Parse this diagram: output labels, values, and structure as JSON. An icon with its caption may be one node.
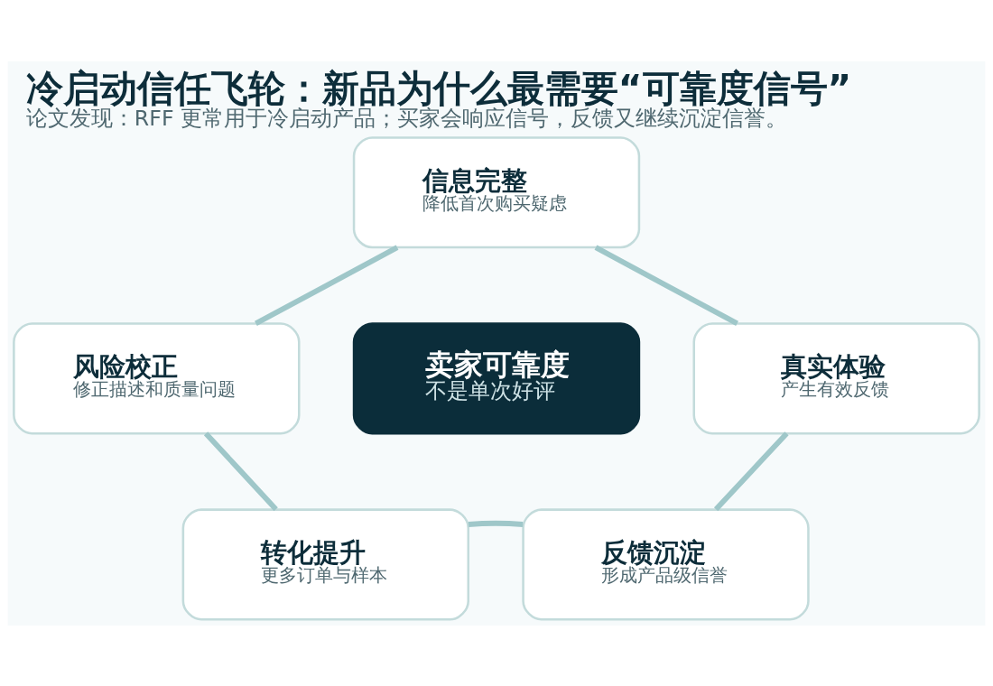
{
  "diagram": {
    "title": "冷启动信任飞轮：新品为什么最需要“可靠度信号”",
    "caption": "论文发现：RFF 更常用于冷启动产品；买家会响应信号，反馈又继续沉淀信誉。",
    "nodes": [
      {
        "text": [
          "信息完整",
          "降低首次购买疑虑"
        ]
      },
      {
        "text": [
          "风险校正",
          "修正描述和质量问题"
        ]
      },
      {
        "text": [
          "真实体验",
          "产生有效反馈"
        ]
      },
      {
        "text": [
          "卖家可靠度",
          "不是单次好评"
        ]
      },
      {
        "text": [
          "转化提升",
          "更多订单与样本"
        ]
      },
      {
        "text": [
          "反馈沉淀",
          "形成产品级信誉"
        ]
      }
    ],
    "edges": [
      {
        "from": 0,
        "to": 1,
        "arrow": "none"
      },
      {
        "from": 0,
        "to": 2,
        "arrow": "none"
      },
      {
        "from": 1,
        "to": 4,
        "arrow": "none"
      },
      {
        "from": 2,
        "to": 5,
        "arrow": "none"
      },
      {
        "from": 4,
        "to": 5,
        "arrow": "none"
      }
    ]
  }
}
